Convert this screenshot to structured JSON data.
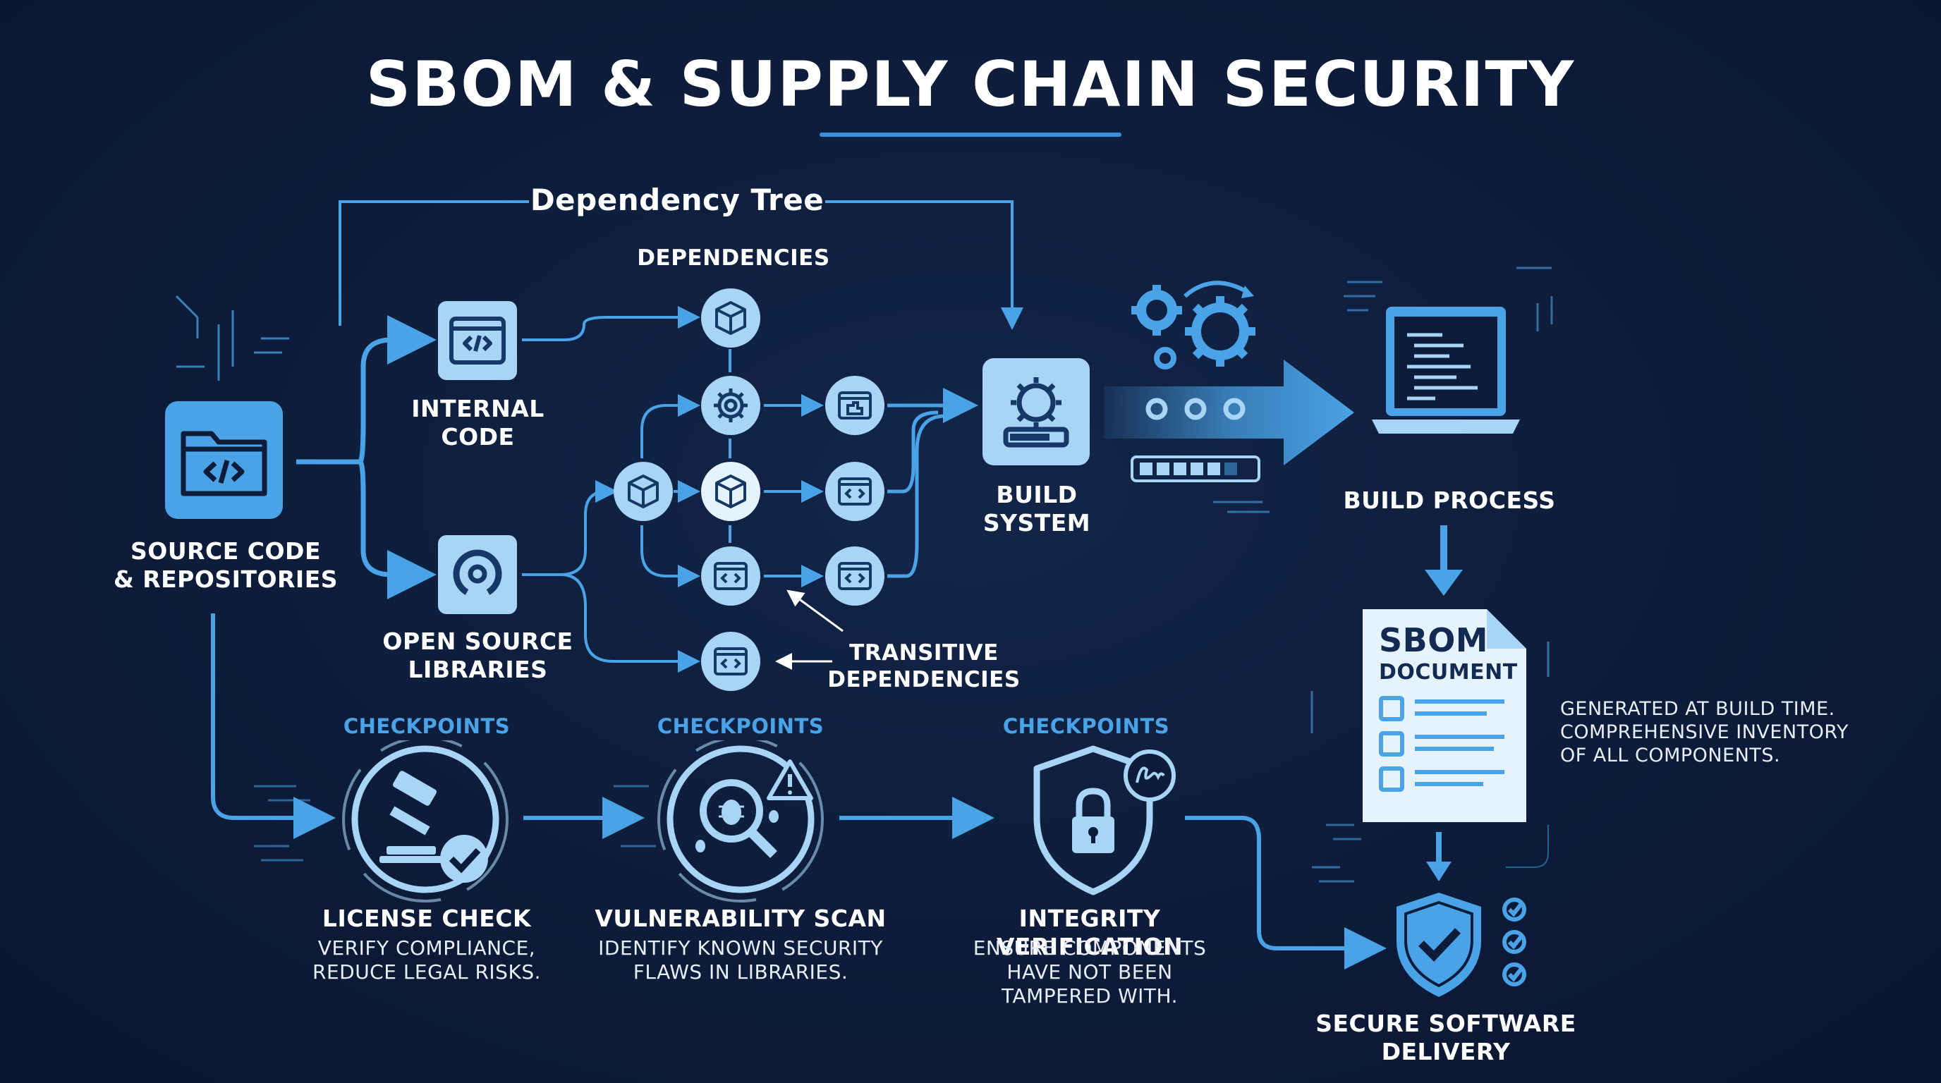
{
  "title": "SBOM & SUPPLY CHAIN SECURITY",
  "dependency_tree_label": "Dependency Tree",
  "dependencies_label": "DEPENDENCIES",
  "nodes": {
    "source": "SOURCE CODE\n& REPOSITORIES",
    "internal": "INTERNAL\nCODE",
    "open_source": "OPEN SOURCE\nLIBRARIES",
    "transitive": "TRANSITIVE\nDEPENDENCIES",
    "build_system": "BUILD\nSYSTEM",
    "build_process": "BUILD PROCESS"
  },
  "sbom": {
    "title": "SBOM",
    "subtitle": "DOCUMENT",
    "note": "GENERATED AT BUILD TIME.\nCOMPREHENSIVE INVENTORY\nOF ALL COMPONENTS."
  },
  "checkpoints_label": "CHECKPOINTS",
  "checks": [
    {
      "title": "LICENSE CHECK",
      "desc": "VERIFY COMPLIANCE,\nREDUCE LEGAL RISKS.",
      "icon": "gavel-check-icon"
    },
    {
      "title": "VULNERABILITY SCAN",
      "desc": "IDENTIFY KNOWN SECURITY\nFLAWS IN LIBRARIES.",
      "icon": "bug-magnifier-icon"
    },
    {
      "title": "INTEGRITY VERIFICATION",
      "desc": "ENSURE COMPONENTS\nHAVE NOT BEEN\nTAMPERED WITH.",
      "icon": "shield-lock-icon"
    }
  ],
  "delivery": "SECURE SOFTWARE DELIVERY",
  "colors": {
    "background": "#0d1c3a",
    "accent": "#4aa3e6",
    "node_fill": "#a8d4f5",
    "line": "#4aa3e6"
  }
}
